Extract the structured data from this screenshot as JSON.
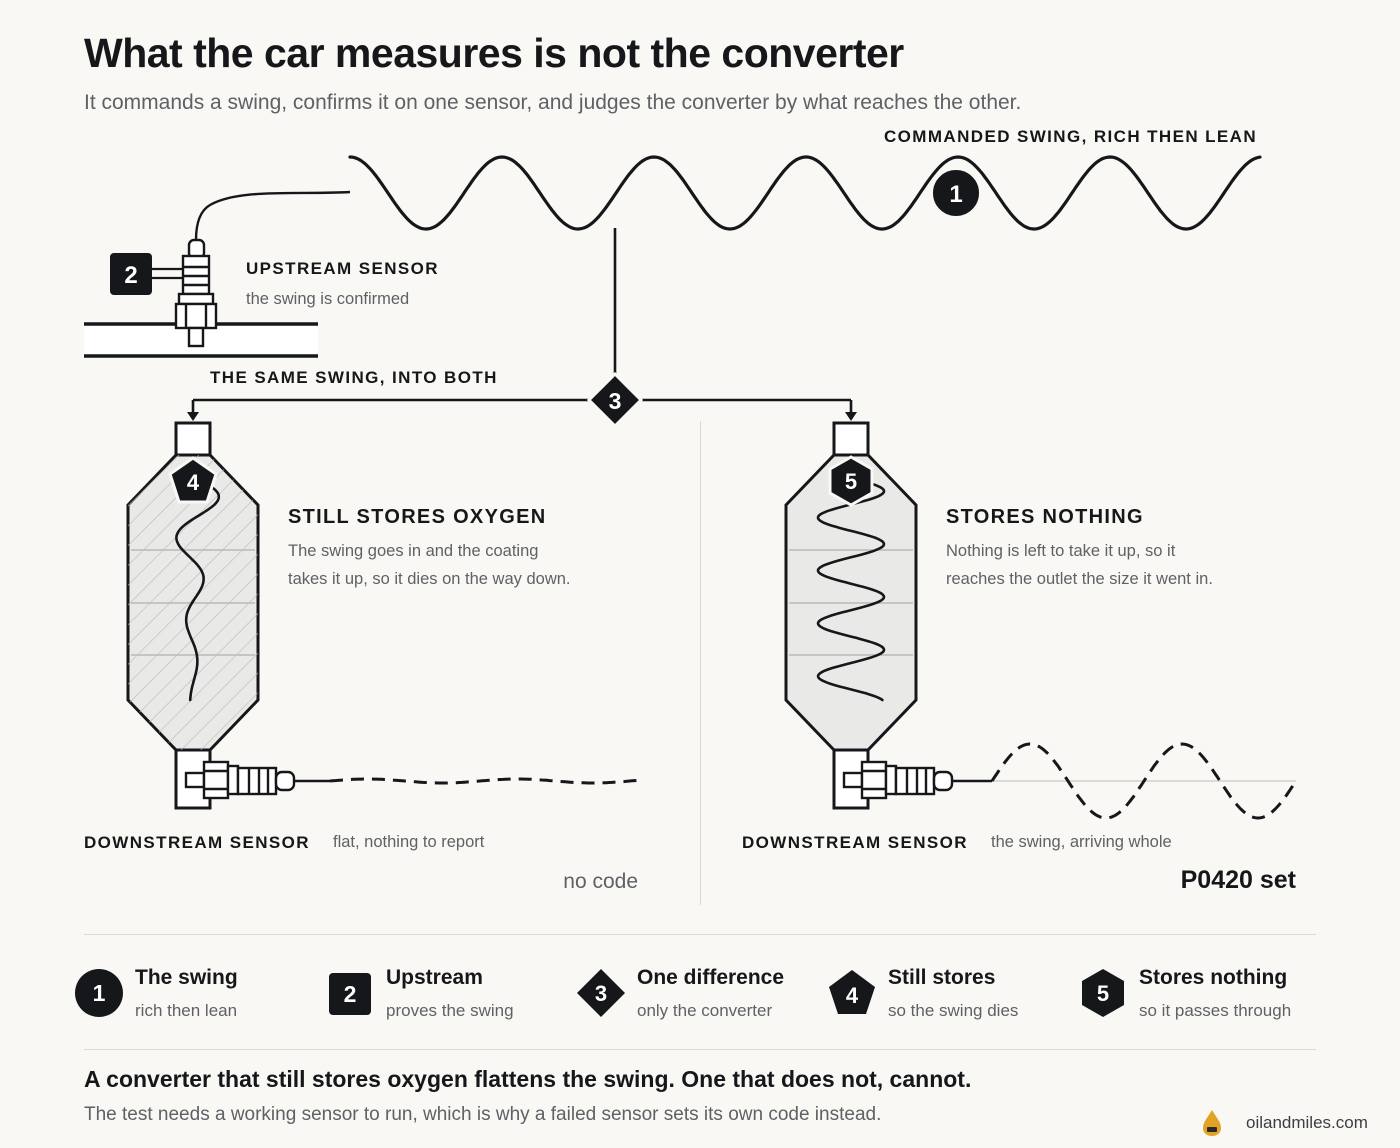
{
  "header": {
    "title": "What the car measures is not the converter",
    "subtitle": "It commands a swing, confirms it on one sensor, and judges the converter by what reaches the other."
  },
  "diagram": {
    "commanded_label": "COMMANDED SWING, RICH THEN LEAN",
    "upstream": {
      "label": "UPSTREAM SENSOR",
      "note": "the swing is confirmed"
    },
    "split_label": "THE SAME SWING, INTO BOTH",
    "left": {
      "heading": "STILL STORES OXYGEN",
      "note_line1": "The swing goes in and the coating",
      "note_line2": "takes it up, so it dies on the way down.",
      "sensor_label": "DOWNSTREAM SENSOR",
      "sensor_note": "flat, nothing to report",
      "status": "no code"
    },
    "right": {
      "heading": "STORES NOTHING",
      "note_line1": "Nothing is left to take it up, so it",
      "note_line2": "reaches the outlet the size it went in.",
      "sensor_label": "DOWNSTREAM SENSOR",
      "sensor_note": "the swing, arriving whole",
      "status": "P0420 set"
    },
    "markers": [
      "1",
      "2",
      "3",
      "4",
      "5"
    ]
  },
  "legend": [
    {
      "number": "1",
      "shape": "circle",
      "title": "The swing",
      "subtitle": "rich then lean"
    },
    {
      "number": "2",
      "shape": "square",
      "title": "Upstream",
      "subtitle": "proves the swing"
    },
    {
      "number": "3",
      "shape": "diamond",
      "title": "One difference",
      "subtitle": "only the converter"
    },
    {
      "number": "4",
      "shape": "pentagon",
      "title": "Still stores",
      "subtitle": "so the swing dies"
    },
    {
      "number": "5",
      "shape": "hexagon",
      "title": "Stores nothing",
      "subtitle": "so it passes through"
    }
  ],
  "footer": {
    "headline": "A converter that still stores oxygen flattens the swing. One that does not, cannot.",
    "note": "The test needs a working sensor to run, which is why a failed sensor sets its own code instead.",
    "brand": "oilandmiles.com",
    "brand_icon": "oil-drop-icon"
  },
  "colors": {
    "ink": "#16171a",
    "muted": "#5f6166",
    "background": "#f9f8f4",
    "brand_accent": "#e2a323"
  }
}
